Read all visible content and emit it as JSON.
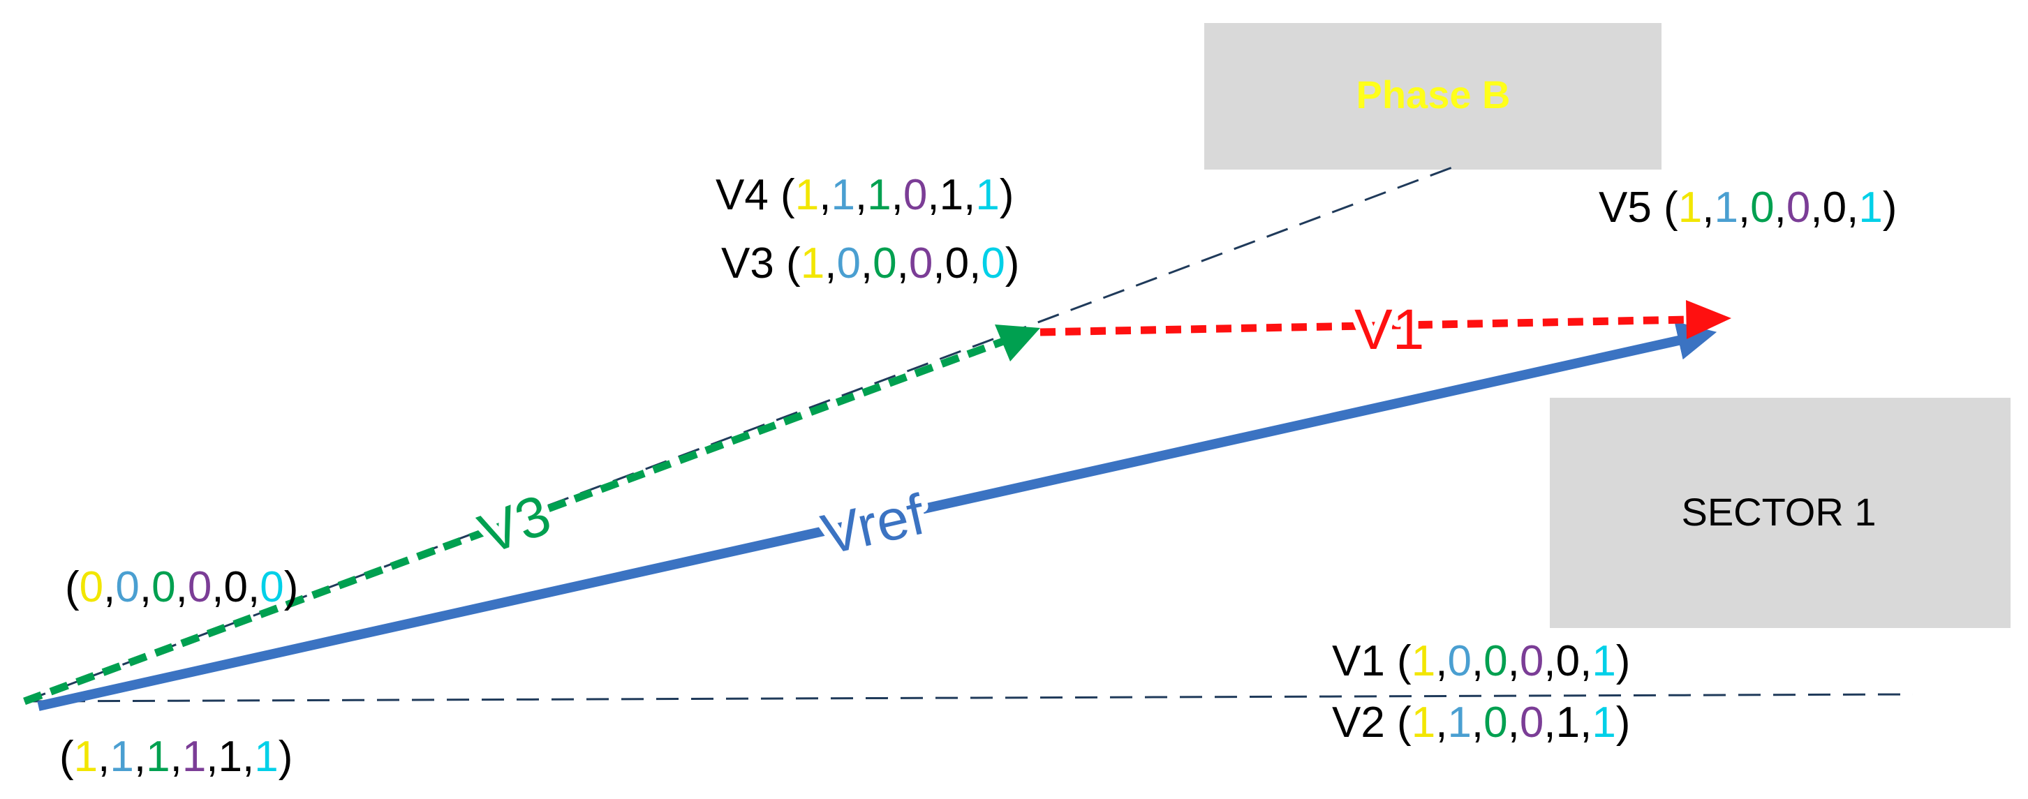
{
  "colors": {
    "bit1": "#f2e600",
    "bit2": "#4a9fd1",
    "bit3": "#00a050",
    "bit4": "#7b3d96",
    "bit5": "#000000",
    "bit6": "#00d0e8",
    "text": "#000000",
    "vref": "#3b73c2",
    "v1": "#ff1010",
    "v3": "#00a050",
    "guide": "#1f3a5a",
    "box_fill": "#d9d9d9",
    "phase_b_text": "#ffff1a"
  },
  "boxes": {
    "phase_b": {
      "label": "Phase B"
    },
    "sector": {
      "label": "SECTOR 1"
    }
  },
  "vectors": {
    "vref": {
      "label": "Vref"
    },
    "v1": {
      "label": "V1"
    },
    "v3": {
      "label": "V3"
    }
  },
  "state_labels": [
    {
      "name": "V4",
      "prefix": "V4 (",
      "bits": [
        "1",
        "1",
        "1",
        "0",
        "1",
        "1"
      ]
    },
    {
      "name": "V3",
      "prefix": "V3 (",
      "bits": [
        "1",
        "0",
        "0",
        "0",
        "0",
        "0"
      ]
    },
    {
      "name": "V5",
      "prefix": "V5 (",
      "bits": [
        "1",
        "1",
        "0",
        "0",
        "0",
        "1"
      ]
    },
    {
      "name": "zero",
      "prefix": "(",
      "bits": [
        "0",
        "0",
        "0",
        "0",
        "0",
        "0"
      ]
    },
    {
      "name": "V1",
      "prefix": "V1 (",
      "bits": [
        "1",
        "0",
        "0",
        "0",
        "0",
        "1"
      ]
    },
    {
      "name": "V2",
      "prefix": "V2 (",
      "bits": [
        "1",
        "1",
        "0",
        "0",
        "1",
        "1"
      ]
    },
    {
      "name": "seven",
      "prefix": "(",
      "bits": [
        "1",
        "1",
        "1",
        "1",
        "1",
        "1"
      ]
    }
  ]
}
